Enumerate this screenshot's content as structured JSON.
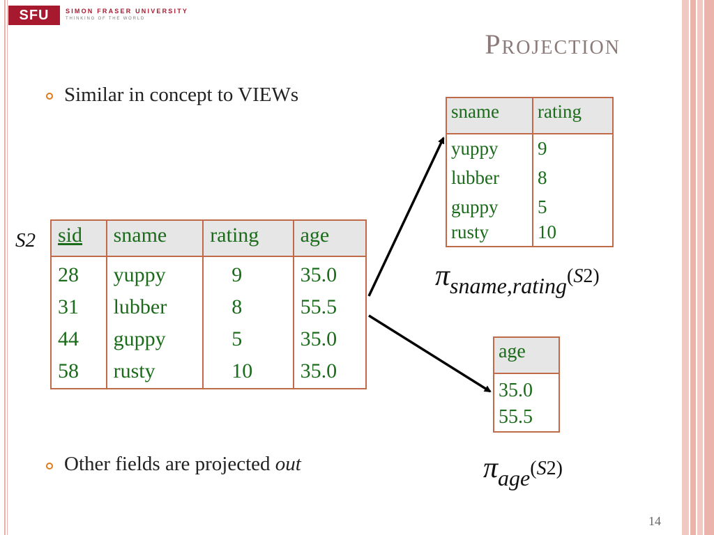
{
  "logo": {
    "abbrev": "SFU",
    "name": "SIMON FRASER UNIVERSITY",
    "tagline": "THINKING OF THE WORLD"
  },
  "slide": {
    "title": "Projection",
    "bullets": [
      {
        "text": "Similar in concept to VIEWs"
      },
      {
        "text_prefix": "Other fields are projected ",
        "text_emph": "out"
      }
    ],
    "page_number": "14"
  },
  "relation_label": "S2",
  "main_table": {
    "headers": [
      "sid",
      "sname",
      "rating",
      "age"
    ],
    "rows": [
      [
        "28",
        "yuppy",
        "9",
        "35.0"
      ],
      [
        "31",
        "lubber",
        "8",
        "55.5"
      ],
      [
        "44",
        "guppy",
        "5",
        "35.0"
      ],
      [
        "58",
        "rusty",
        "10",
        "35.0"
      ]
    ]
  },
  "projection_table": {
    "headers": [
      "sname",
      "rating"
    ],
    "rows": [
      [
        "yuppy",
        "9"
      ],
      [
        "lubber",
        "8"
      ],
      [
        "guppy",
        "5"
      ],
      [
        "rusty",
        "10"
      ]
    ]
  },
  "age_table": {
    "headers": [
      "age"
    ],
    "rows": [
      [
        "35.0"
      ],
      [
        "55.5"
      ]
    ]
  },
  "formulas": {
    "f1": {
      "pi": "π",
      "subscript": "sname,rating",
      "arg_open": "(",
      "arg_rel": "S",
      "arg_num": "2",
      "arg_close": ")"
    },
    "f2": {
      "pi": "π",
      "subscript": "age",
      "arg_open": "(",
      "arg_rel": "S",
      "arg_num": "2",
      "arg_close": ")"
    }
  },
  "colors": {
    "brand": "#a6192e",
    "table_text": "#1a6b1a",
    "table_border": "#c06a4a",
    "bullet": "#e07b1a",
    "title": "#8a7a78"
  }
}
